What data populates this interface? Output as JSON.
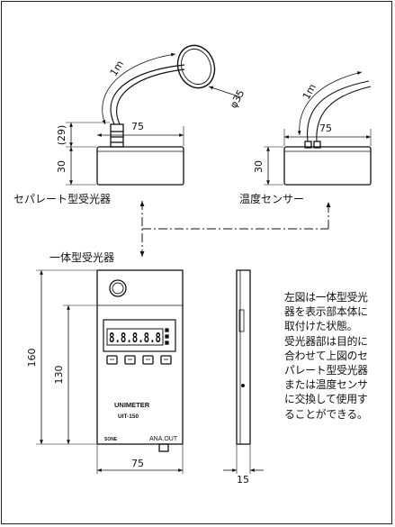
{
  "labels": {
    "separate_sensor": "セパレート型受光器",
    "temp_sensor": "温度センサー",
    "integrated_sensor": "一体型受光器"
  },
  "dimensions": {
    "cable_len_left": "1m",
    "cable_len_right": "1m",
    "loop_dia": "φ35",
    "sep_width": "75",
    "sep_head": "(29)",
    "sep_height": "30",
    "temp_width": "75",
    "temp_height": "30",
    "main_height": "160",
    "main_inner": "130",
    "main_width": "75",
    "main_depth": "15"
  },
  "device": {
    "name": "UNIMETER",
    "model": "UIT-150",
    "port": "ANA.OUT",
    "brand": "SONE",
    "display_digits": "8.8.8.8.8"
  },
  "description": [
    "左図は一体型受光",
    "器を表示部本体に",
    "取付けた状態。",
    "受光器部は目的に",
    "合わせて上図のセ",
    "パレート型受光器",
    "または温度センサ",
    "に交換して使用す",
    "ることができる。"
  ]
}
